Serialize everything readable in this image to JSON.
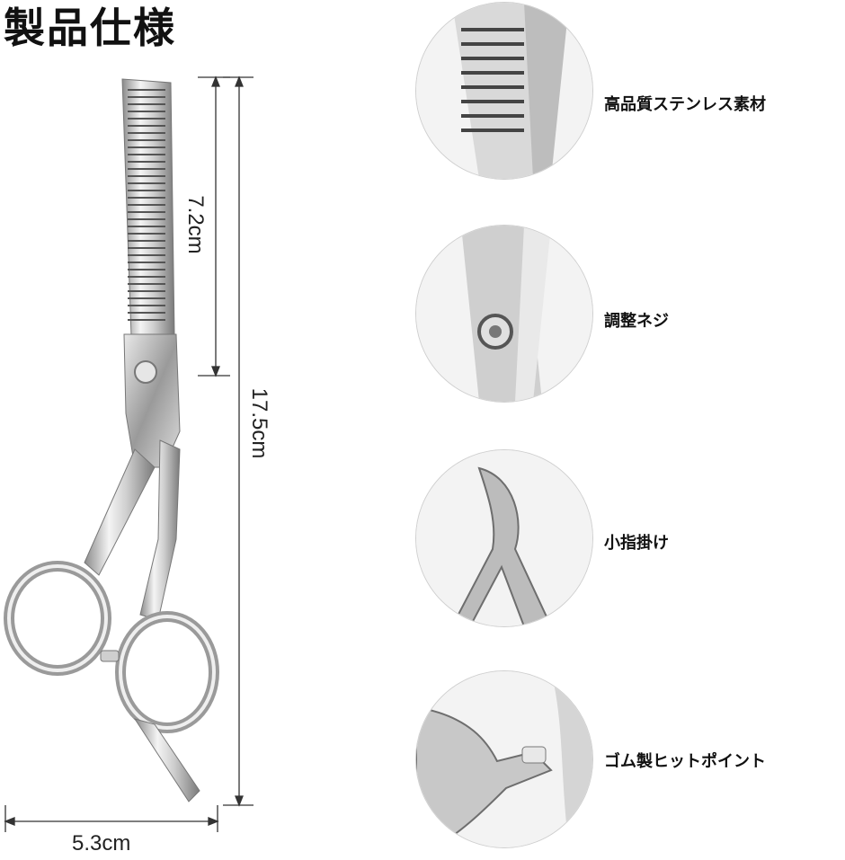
{
  "title": "製品仕様",
  "dimensions": {
    "blade_length": "7.2cm",
    "total_length": "17.5cm",
    "width": "5.3cm"
  },
  "features": [
    {
      "label": "高品質ステンレス素材",
      "icon": "teeth-closeup-icon"
    },
    {
      "label": "調整ネジ",
      "icon": "screw-closeup-icon"
    },
    {
      "label": "小指掛け",
      "icon": "finger-rest-closeup-icon"
    },
    {
      "label": "ゴム製ヒットポイント",
      "icon": "rubber-stopper-closeup-icon"
    }
  ],
  "colors": {
    "steel_light": "#f2f2f2",
    "steel_mid": "#b9b9b9",
    "steel_dark": "#6e6e6e",
    "line": "#333333",
    "circle_bg": "#f3f3f3"
  }
}
